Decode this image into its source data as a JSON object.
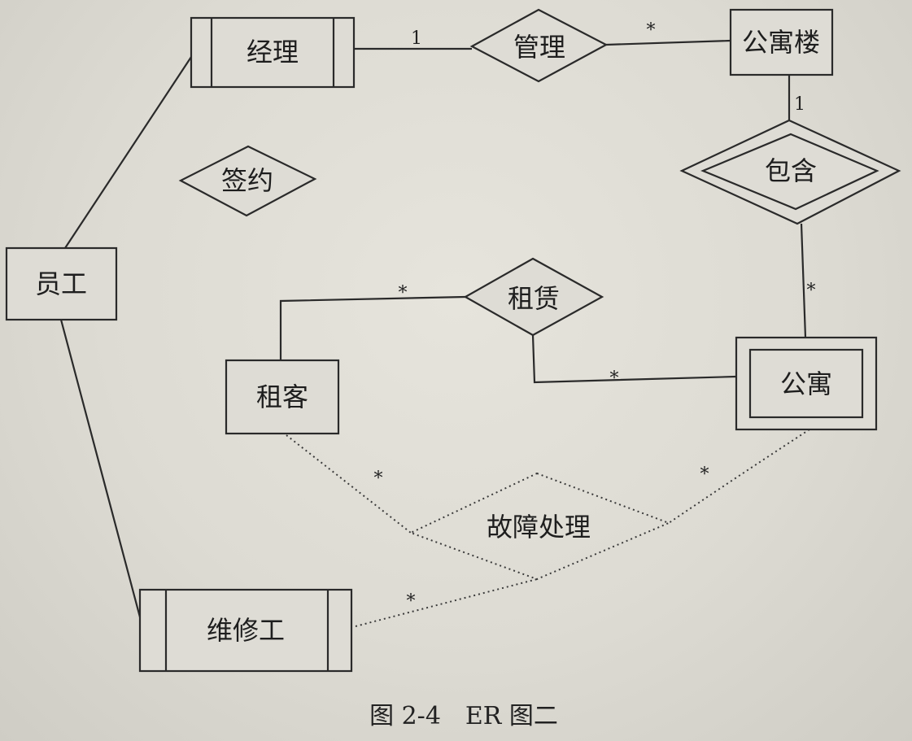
{
  "entities": {
    "manager": "经理",
    "building": "公寓楼",
    "employee": "员工",
    "tenant": "租客",
    "apartment": "公寓",
    "repairer": "维修工"
  },
  "relationships": {
    "manage": "管理",
    "contain": "包含",
    "sign": "签约",
    "lease": "租赁",
    "fault_handling": "故障处理"
  },
  "cardinalities": {
    "manage_manager": "1",
    "manage_building": "*",
    "contain_building": "1",
    "contain_apartment": "*",
    "lease_tenant": "*",
    "lease_apartment": "*",
    "fault_tenant": "*",
    "fault_apartment": "*",
    "fault_repairer": "*"
  },
  "caption": "图 2-4　ER 图二"
}
